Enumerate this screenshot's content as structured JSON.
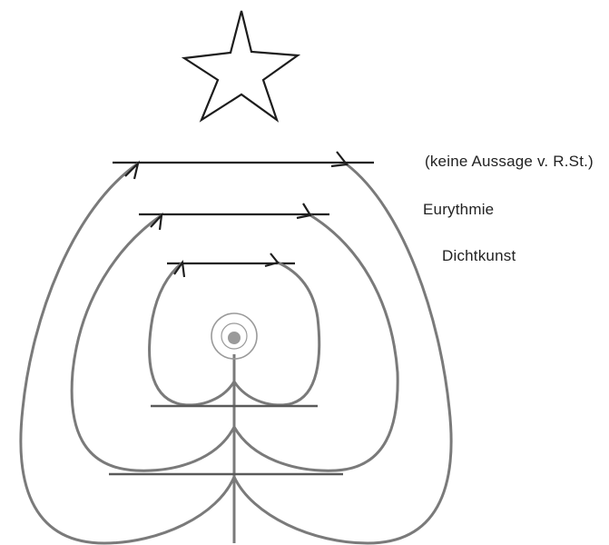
{
  "labels": {
    "top": "(keine Aussage v. R.St.)",
    "middle": "Eurythmie",
    "bottom": "Dichtkunst"
  },
  "colors": {
    "star": "#1c1c1c",
    "bars": "#1e1e1e",
    "curves": "#7a7a7a",
    "base_lines": "#5a5a5a",
    "circle": "#9a9a9a"
  },
  "icons": {
    "star": "star-icon",
    "circle": "circle-icon"
  }
}
